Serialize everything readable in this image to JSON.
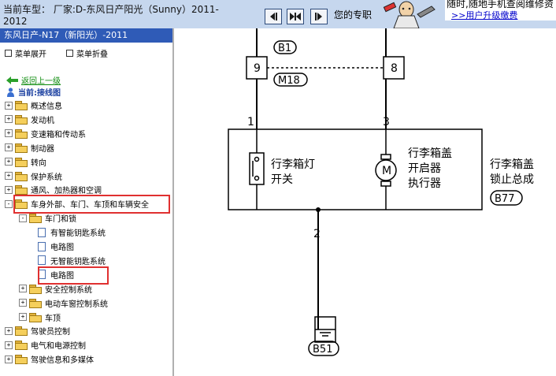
{
  "header": {
    "vehicle_line1": "当前车型：  厂家:D-东风日产阳光（Sunny）2011-",
    "vehicle_line2": "2012",
    "nav_buttons": [
      "prev-arrow-icon",
      "shrink-arrows-icon",
      "next-arrow-icon"
    ],
    "promo_text": "您的专职",
    "promo_top": "随时,随地手机查阅维修资",
    "upgrade_link": ">>用户升级缴费"
  },
  "sidebar": {
    "title": "东风日产-N17（新阳光）-2011",
    "expand_all": "菜单展开",
    "collapse_all": "菜单折叠",
    "back": "返回上一级",
    "current": "当前:接线图",
    "tree": [
      {
        "label": "概述信息",
        "level": 0,
        "type": "folder",
        "toggle": "+"
      },
      {
        "label": "发动机",
        "level": 0,
        "type": "folder",
        "toggle": "+"
      },
      {
        "label": "变速箱和传动系",
        "level": 0,
        "type": "folder",
        "toggle": "+"
      },
      {
        "label": "制动器",
        "level": 0,
        "type": "folder",
        "toggle": "+"
      },
      {
        "label": "转向",
        "level": 0,
        "type": "folder",
        "toggle": "+"
      },
      {
        "label": "保护系统",
        "level": 0,
        "type": "folder",
        "toggle": "+"
      },
      {
        "label": "通风、加热器和空调",
        "level": 0,
        "type": "folder",
        "toggle": "+"
      },
      {
        "label": "车身外部、车门、车顶和车辆安全",
        "level": 0,
        "type": "folder",
        "toggle": "-"
      },
      {
        "label": "车门和锁",
        "level": 1,
        "type": "folder",
        "toggle": "-"
      },
      {
        "label": "有智能钥匙系统",
        "level": 2,
        "type": "doc"
      },
      {
        "label": "电路图",
        "level": 2,
        "type": "doc"
      },
      {
        "label": "无智能钥匙系统",
        "level": 2,
        "type": "doc"
      },
      {
        "label": "电路图",
        "level": 2,
        "type": "doc"
      },
      {
        "label": "安全控制系统",
        "level": 1,
        "type": "folder",
        "toggle": "+"
      },
      {
        "label": "电动车窗控制系统",
        "level": 1,
        "type": "folder",
        "toggle": "+"
      },
      {
        "label": "车顶",
        "level": 1,
        "type": "folder",
        "toggle": "+"
      },
      {
        "label": "驾驶员控制",
        "level": 0,
        "type": "folder",
        "toggle": "+"
      },
      {
        "label": "电气和电源控制",
        "level": 0,
        "type": "folder",
        "toggle": "+"
      },
      {
        "label": "驾驶信息和多媒体",
        "level": 0,
        "type": "folder",
        "toggle": "+"
      }
    ]
  },
  "diagram": {
    "connector_b1": "B1",
    "connector_m18": "M18",
    "pin_9": "9",
    "pin_8": "8",
    "pin_1": "1",
    "pin_3": "3",
    "pin_2": "2",
    "switch_label_1": "行李箱灯",
    "switch_label_2": "开关",
    "motor_symbol": "M",
    "actuator_label_1": "行李箱盖",
    "actuator_label_2": "开启器",
    "actuator_label_3": "执行器",
    "assembly_label_1": "行李箱盖",
    "assembly_label_2": "锁止总成",
    "connector_b77": "B77",
    "ground_b51": "B51"
  }
}
